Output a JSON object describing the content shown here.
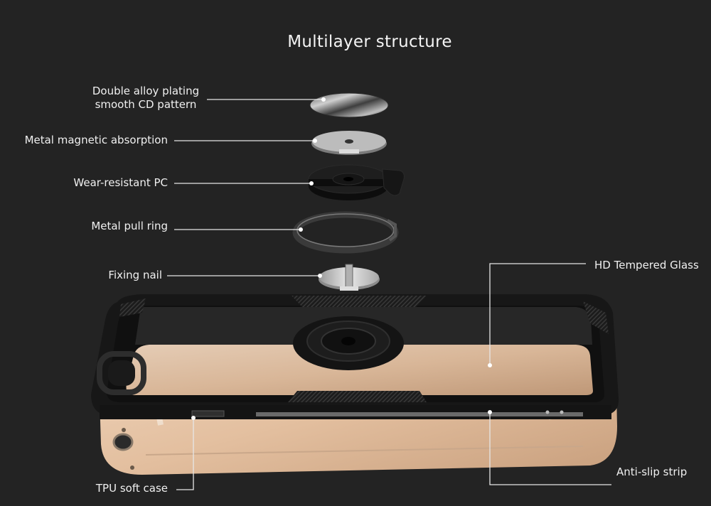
{
  "title": "Multilayer structure",
  "labels": {
    "cd_pattern_line1": "Double alloy plating",
    "cd_pattern_line2": "smooth CD pattern",
    "magnetic": "Metal magnetic absorption",
    "wear_pc": "Wear-resistant PC",
    "pull_ring": "Metal pull ring",
    "fixing_nail": "Fixing nail",
    "hd_glass": "HD Tempered Glass",
    "anti_slip": "Anti-slip strip",
    "tpu_case": "TPU soft case"
  },
  "colors": {
    "background": "#232323",
    "case_black": "#161616",
    "phone_gold": "#e7c6a8",
    "metal_silver": "#c9c9c9"
  }
}
